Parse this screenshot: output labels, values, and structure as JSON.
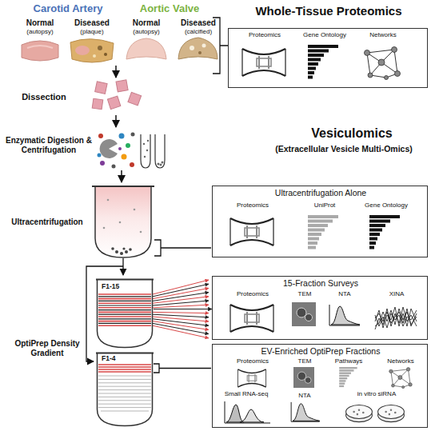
{
  "diagram": {
    "nodes": [
      {
        "text": [
          "Whole-Tissue Proteomics",
          "Proteomics",
          "Gene Ontology",
          "Networks"
        ]
      },
      {
        "text": [
          "Ultracentrifugation Alone",
          "Proteomics",
          "UniProt",
          "Gene Ontology"
        ]
      },
      {
        "text": [
          "F1-15"
        ]
      },
      {
        "text": [
          "15-Fraction Surveys",
          "Proteomics",
          "TEM",
          "NTA",
          "XINA"
        ]
      },
      {
        "text": [
          "F1-4"
        ]
      },
      {
        "text": [
          "EV-Enriched OptiPrep Fractions",
          "Proteomics",
          "TEM",
          "Pathways",
          "Networks",
          "Small RNA-seq",
          "NTA",
          "in vitro siRNA"
        ]
      }
    ],
    "edges": [
      {
        "from": 2,
        "to": 3,
        "arrow": "to"
      }
    ],
    "labels": [
      "Carotid Artery",
      "Aortic Valve",
      "Normal",
      "(autopsy)",
      "Diseased",
      "(plaque)",
      "Normal",
      "(autopsy)",
      "Diseased",
      "(calcified)",
      "Dissection",
      "Enzymatic Digestion & Centrifugation",
      "Vesiculomics",
      "(Extracellular Vesicle Multi-Omics)",
      "Ultracentrifugation",
      "OptiPrep Density Gradient"
    ]
  }
}
